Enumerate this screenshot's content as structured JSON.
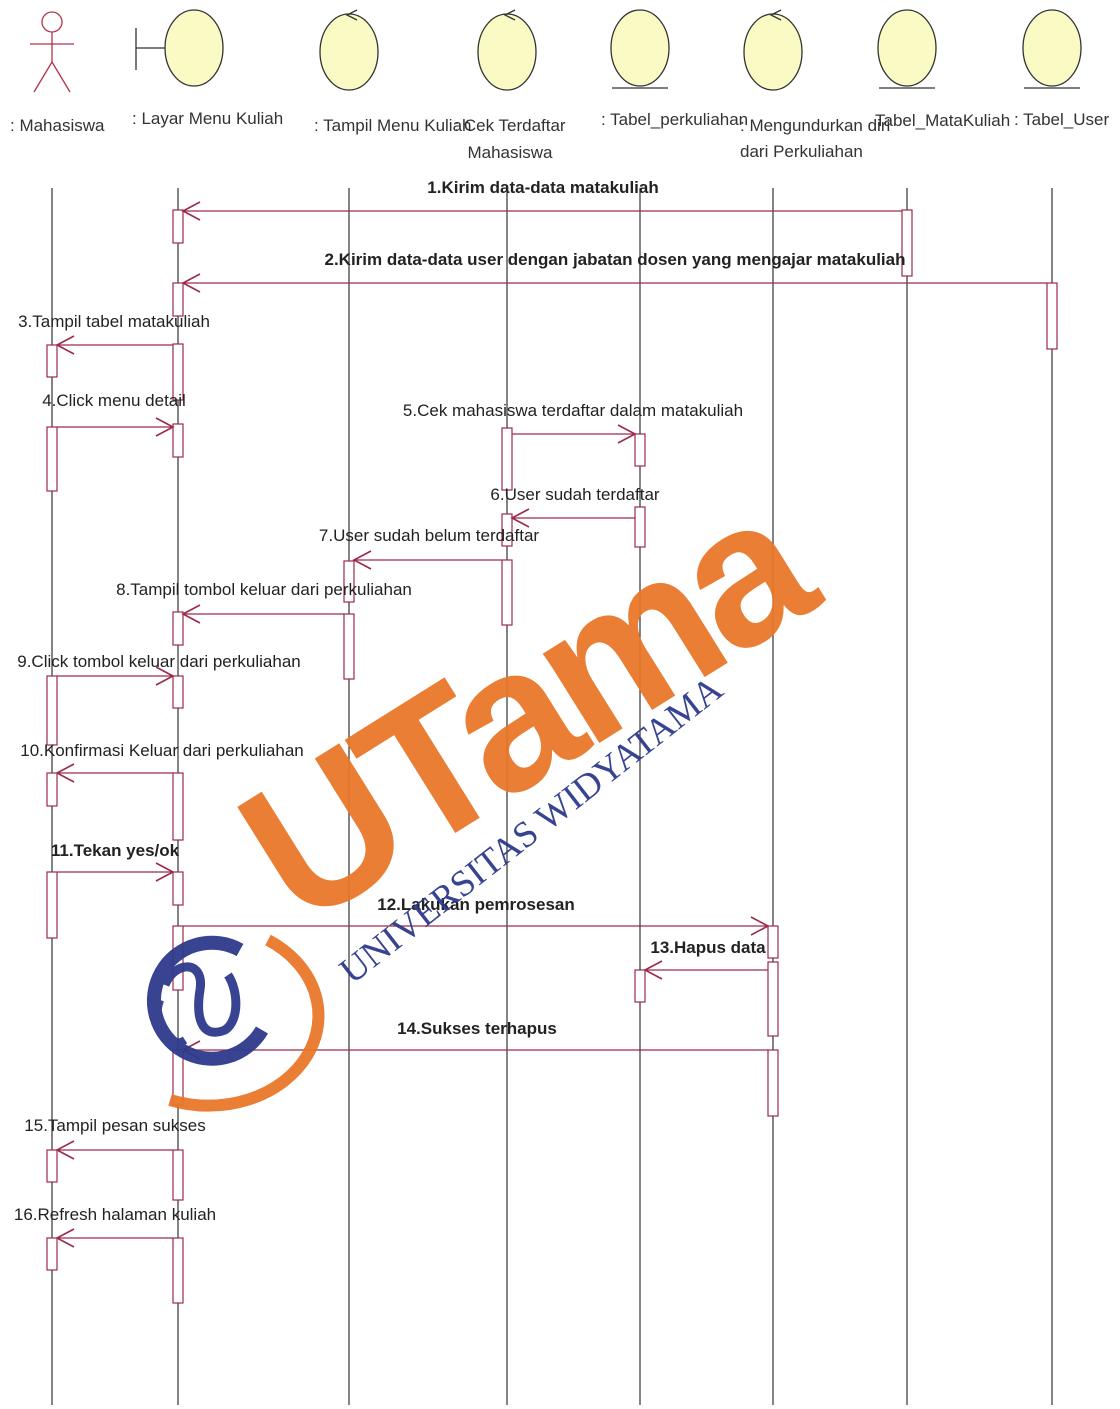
{
  "lifelines": [
    {
      "id": "mahasiswa",
      "kind": "actor",
      "label": ": Mahasiswa"
    },
    {
      "id": "layar",
      "kind": "boundary",
      "label": ": Layar Menu Kuliah"
    },
    {
      "id": "tampil",
      "kind": "control",
      "label": ": Tampil Menu Kuliah"
    },
    {
      "id": "cek",
      "kind": "control",
      "label": ": Cek Terdaftar Mahasiswa"
    },
    {
      "id": "tabel_perkuliahan",
      "kind": "entity",
      "label": ": Tabel_perkuliahan"
    },
    {
      "id": "mundur",
      "kind": "control",
      "label": ": Mengundurkan diri dari Perkuliahan"
    },
    {
      "id": "tabel_mk",
      "kind": "entity",
      "label": "Tabel_MataKuliah"
    },
    {
      "id": "tabel_user",
      "kind": "entity",
      "label": ": Tabel_User"
    }
  ],
  "messages": [
    {
      "n": 1,
      "text": "1.Kirim data-data matakuliah",
      "from": "tabel_mk",
      "to": "layar",
      "bold": true
    },
    {
      "n": 2,
      "text": "2.Kirim data-data user dengan jabatan dosen yang mengajar matakuliah",
      "from": "tabel_user",
      "to": "layar",
      "bold": true
    },
    {
      "n": 3,
      "text": "3.Tampil tabel matakuliah",
      "from": "layar",
      "to": "mahasiswa",
      "bold": false
    },
    {
      "n": 4,
      "text": "4.Click menu detail",
      "from": "mahasiswa",
      "to": "layar",
      "bold": false
    },
    {
      "n": 5,
      "text": "5.Cek mahasiswa terdaftar dalam matakuliah",
      "from": "cek",
      "to": "tabel_perkuliahan",
      "bold": false
    },
    {
      "n": 6,
      "text": "6.User sudah terdaftar",
      "from": "tabel_perkuliahan",
      "to": "cek",
      "bold": false
    },
    {
      "n": 7,
      "text": "7.User sudah belum terdaftar",
      "from": "cek",
      "to": "tampil",
      "bold": false
    },
    {
      "n": 8,
      "text": "8.Tampil tombol keluar dari perkuliahan",
      "from": "tampil",
      "to": "layar",
      "bold": false
    },
    {
      "n": 9,
      "text": "9.Click tombol keluar dari perkuliahan",
      "from": "mahasiswa",
      "to": "layar",
      "bold": false
    },
    {
      "n": 10,
      "text": "10.Konfirmasi Keluar dari perkuliahan",
      "from": "layar",
      "to": "mahasiswa",
      "bold": false
    },
    {
      "n": 11,
      "text": "11.Tekan yes/ok",
      "from": "mahasiswa",
      "to": "layar",
      "bold": true
    },
    {
      "n": 12,
      "text": "12.Lakukan pemrosesan",
      "from": "layar",
      "to": "mundur",
      "bold": true
    },
    {
      "n": 13,
      "text": "13.Hapus data",
      "from": "mundur",
      "to": "tabel_perkuliahan",
      "bold": true
    },
    {
      "n": 14,
      "text": "14.Sukses terhapus",
      "from": "mundur",
      "to": "layar",
      "bold": true
    },
    {
      "n": 15,
      "text": "15.Tampil pesan sukses",
      "from": "layar",
      "to": "mahasiswa",
      "bold": false
    },
    {
      "n": 16,
      "text": "16.Refresh halaman kuliah",
      "from": "layar",
      "to": "mahasiswa",
      "bold": false
    }
  ],
  "watermark": {
    "logo_text": "UTama",
    "subtitle": "UNIVERSITAS WIDYATAMA",
    "orange": "#e8782a",
    "navy": "#2e3a8c"
  },
  "colors": {
    "arrow": "#9c2a4a",
    "object_fill": "#fafac4",
    "lifeline": "#333333"
  }
}
